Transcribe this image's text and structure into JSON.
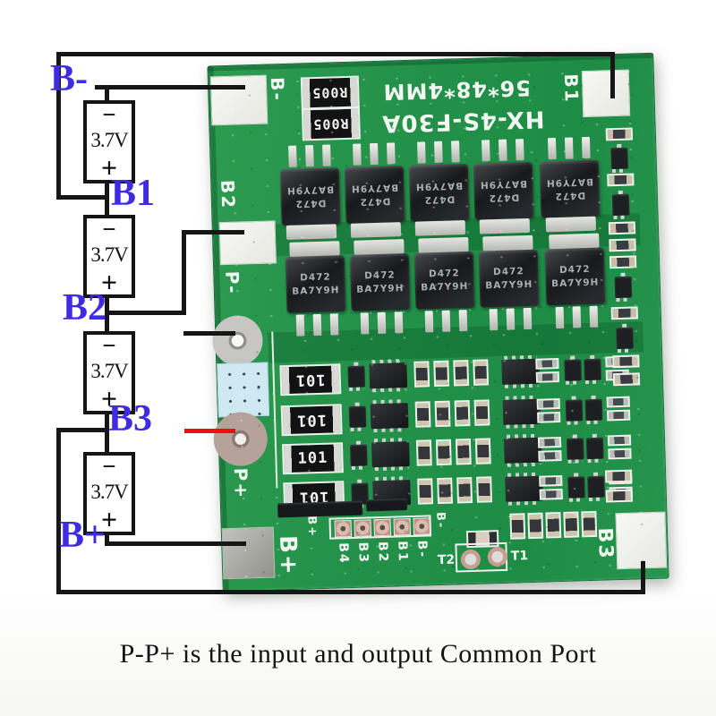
{
  "caption": "P-P+ is the input and output Common Port",
  "colors": {
    "wire": "#161616",
    "pointer_red": "#ee1010",
    "label_blue": "#3f2ce0",
    "silk": "#f3f7f2"
  },
  "diagram": {
    "labels": {
      "bminus": "B-",
      "b1": "B1",
      "b2": "B2",
      "b3": "B3",
      "bplus": "B+"
    },
    "battery": {
      "minus": "−",
      "voltage": "3.7V",
      "plus": "+"
    }
  },
  "board": {
    "silkscreen": {
      "model": "HX-4S-F30A",
      "dimensions": "56*48*4MM"
    },
    "pads": {
      "top_left": "B-",
      "top_right": "B1",
      "left": "B2",
      "p_minus": "P-",
      "p_plus": "P+",
      "bottom_left": "B+",
      "bottom_right": "B3"
    },
    "connector": {
      "left_label": "B+",
      "hole_labels": [
        "B4",
        "B3",
        "B2",
        "B1",
        "B-"
      ],
      "right_label": "B-"
    },
    "thermistor": {
      "t2": "T2",
      "t1": "T1"
    },
    "components": {
      "shunt_marking": "R005",
      "resistor_marking": "101",
      "mosfet_marking_line1": "D472",
      "mosfet_marking_line2": "BA7Y9H"
    }
  }
}
